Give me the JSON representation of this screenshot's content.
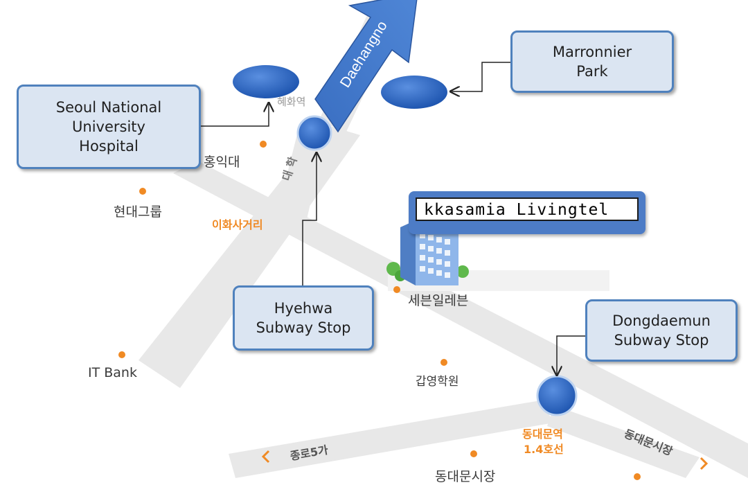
{
  "map": {
    "callouts": {
      "hospital": [
        "Seoul National",
        "University",
        "Hospital"
      ],
      "marronnier": [
        "Marronnier",
        "Park"
      ],
      "hyehwa": [
        "Hyehwa",
        "Subway Stop"
      ],
      "dongdaemun": [
        "Dongdaemun",
        "Subway Stop"
      ],
      "livingtel": "kkasamia Livingtel"
    },
    "arrow_road": "Daehangno",
    "places": {
      "hongik": "홍익대",
      "hyundai": "현대그룹",
      "ihwa": "이화사거리",
      "seven_eleven": "세븐일레븐",
      "itbank": "IT Bank",
      "academy": "갑영학원",
      "jongno": "종로5가",
      "dongdaemun_station": [
        "동대문역",
        "1.4호선"
      ],
      "dongdaemun_market_road": "동대문시장",
      "dongdaemun_market": "동대문시장",
      "hyehwa_station_faint": "혜화역",
      "dae_road": "대 학"
    },
    "colors": {
      "callout_fill": "#dbe5f2",
      "callout_border": "#4f81bd",
      "marker_blue": "#2f67c0",
      "road_gray": "#e6e6e6",
      "poi_orange": "#f08a24",
      "livingtel_banner": "#4d7cc6"
    }
  }
}
